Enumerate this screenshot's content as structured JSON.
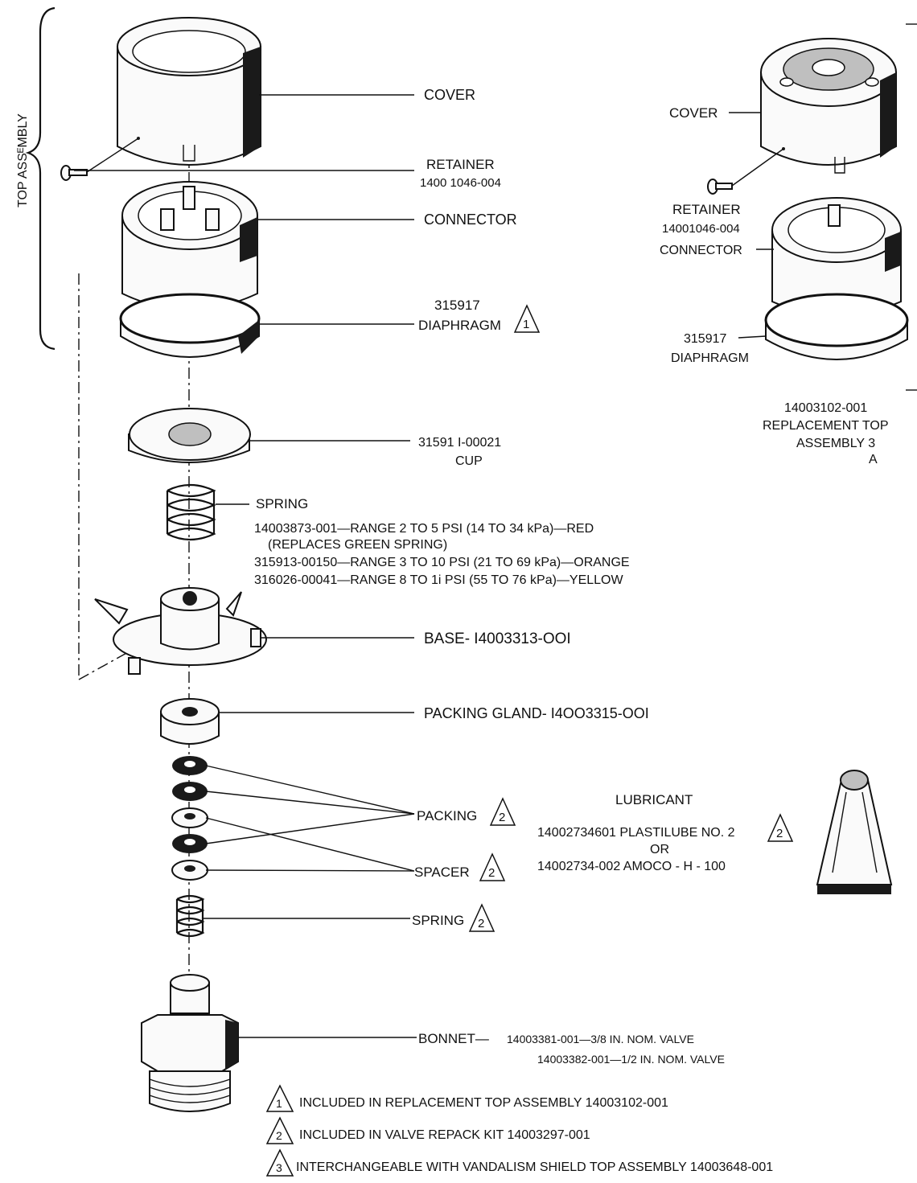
{
  "top_assembly_label": "TOP ASSᴱMBLY",
  "callouts": {
    "cover": "COVER",
    "retainer": "RETAINER",
    "retainer_pn": "1400 1046-004",
    "connector": "CONNECTOR",
    "diaphragm_pn": "315917",
    "diaphragm": "DIAPHRAGM",
    "cup_pn": "31591 I-00021",
    "cup": "CUP",
    "spring": "SPRING",
    "spring_line1": "14003873-001—RANGE 2 TO 5 PSI (14 TO 34 kPa)—RED",
    "spring_line2": "(REPLACES  GREEN  SPRING)",
    "spring_line3": "315913-00150—RANGE 3 TO 10 PSI (21 TO 69 kPa)—ORANGE",
    "spring_line4": "316026-00041—RANGE 8 TO 1i PSI (55 TO 76 kPa)—YELLOW",
    "base": "BASE- I4003313-OOI",
    "packing_gland": "PACKING  GLAND-  I4OO3315-OOI",
    "packing": "PACKING",
    "spacer": "SPACER",
    "spring2": "SPRING",
    "bonnet": "BONNET—",
    "bonnet_line1": "14003381-001—3/8 IN. NOM.  VALVE",
    "bonnet_line2": "14003382-001—1/2 IN. NOM.  VALVE"
  },
  "lubricant": {
    "title": "LUBRICANT",
    "line1": "14002734601  PLASTILUBE NO. 2",
    "line2": "OR",
    "line3": "14002734-002 AMOCO - H - 100"
  },
  "replacement": {
    "cover": "COVER",
    "retainer": "RETAINER",
    "retainer_pn": "14001046-004",
    "connector": "CONNECTOR",
    "diaphragm_pn": "315917",
    "diaphragm": "DIAPHRAGM",
    "pn": "14003102-001",
    "line2": "REPLACEMENT  TOP",
    "line3": "ASSEMBLY 3",
    "line4": "A"
  },
  "markers": [
    "1",
    "2",
    "3"
  ],
  "notes": [
    {
      "marker": "1",
      "text": "INCLUDED IN REPLACEMENT TOP ASSEMBLY 14003102-001"
    },
    {
      "marker": "2",
      "text": "INCLUDED IN VALVE  REPACK KIT 14003297-001"
    },
    {
      "marker": "3",
      "text": "INTERCHANGEABLE WITH VANDALISM SHIELD TOP ASSEMBLY 14003648-001"
    }
  ]
}
